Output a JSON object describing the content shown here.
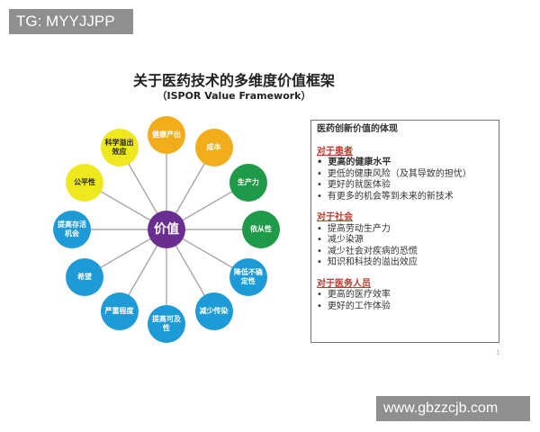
{
  "watermarks": {
    "top_left": "TG: MYYJJPP",
    "bottom_right": "www.gbzzcjb.com"
  },
  "diagram": {
    "title": "关于医药技术的多维度价值框架",
    "subtitle": "（ISPOR Value Framework）",
    "center": {
      "label": "价值",
      "color": "#6a2e91"
    },
    "nodes": [
      {
        "label": "健康产出",
        "color": "#f2ad1c"
      },
      {
        "label": "成本",
        "color": "#f2ad1c"
      },
      {
        "label": "生产力",
        "color": "#1f9a48"
      },
      {
        "label": "依从性",
        "color": "#1f9a48"
      },
      {
        "label": "降低不确定性",
        "color": "#1e9ad6"
      },
      {
        "label": "减少传染",
        "color": "#1e9ad6"
      },
      {
        "label": "提高可及性",
        "color": "#1e9ad6"
      },
      {
        "label": "严重程度",
        "color": "#1e9ad6"
      },
      {
        "label": "希望",
        "color": "#1e9ad6"
      },
      {
        "label": "提高存活机会",
        "color": "#1e9ad6"
      },
      {
        "label": "公平性",
        "color": "#f0e81e"
      },
      {
        "label": "科学溢出效应",
        "color": "#f0e81e"
      }
    ]
  },
  "panel": {
    "heading": "医药创新价值的体现",
    "sections": [
      {
        "title": "对于患者",
        "items": [
          "更高的健康水平",
          "更低的健康风险（及其导致的担忧）",
          "更好的就医体验",
          "有更多的机会等到未来的新技术"
        ]
      },
      {
        "title": "对于社会",
        "items": [
          "提高劳动生产力",
          "减少染源",
          "减少社会对疾病的恐慌",
          "知识和科技的溢出效应"
        ]
      },
      {
        "title": "对于医务人员",
        "items": [
          "更高的医疗效率",
          "更好的工作体验"
        ]
      }
    ],
    "page_number": "1"
  }
}
